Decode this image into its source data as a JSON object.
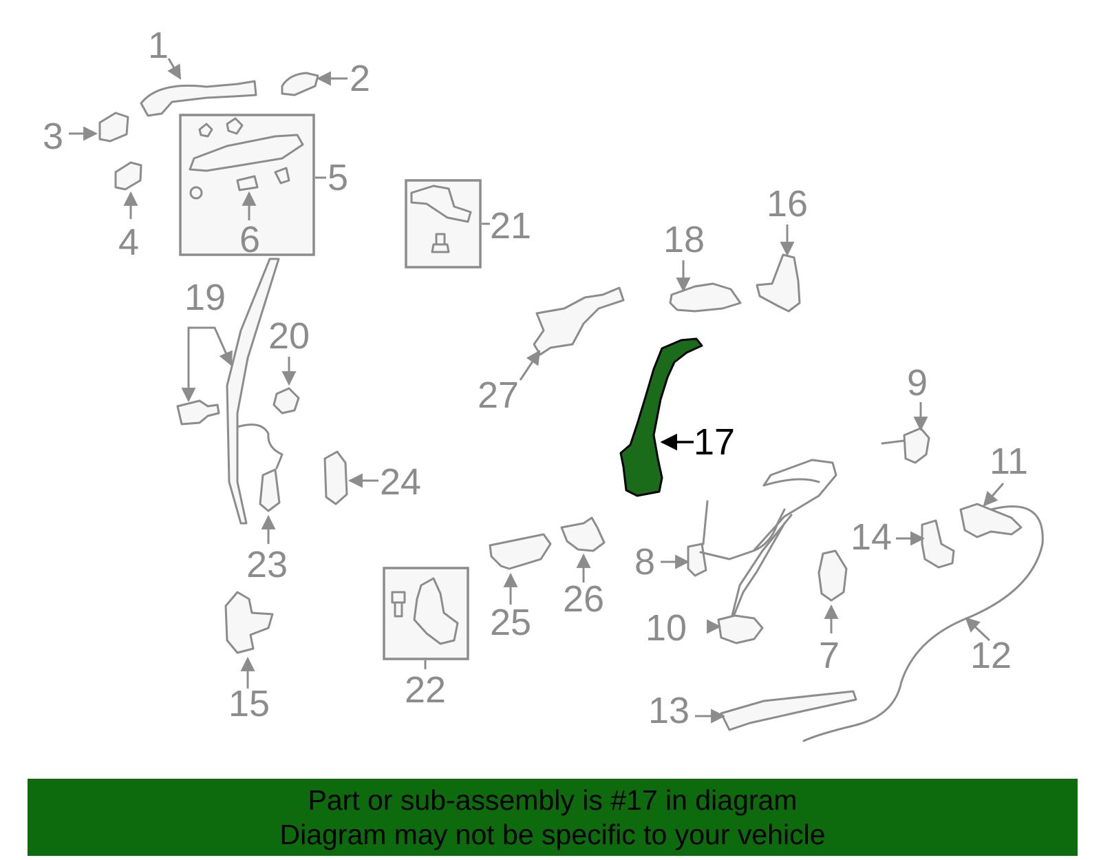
{
  "colors": {
    "line_gray": "#8c8c8c",
    "highlight_part": "#1a6b1a",
    "footer_background": "#0d6b0d",
    "footer_text": "#000000"
  },
  "diagram": {
    "highlighted_part": "17",
    "callouts": [
      "1",
      "2",
      "3",
      "4",
      "5",
      "6",
      "7",
      "8",
      "9",
      "10",
      "11",
      "12",
      "13",
      "14",
      "15",
      "16",
      "17",
      "18",
      "19",
      "20",
      "21",
      "22",
      "23",
      "24",
      "25",
      "26",
      "27"
    ]
  },
  "footer": {
    "line1": "Part or sub-assembly is #17 in diagram",
    "line2": "Diagram may not be specific to your vehicle"
  }
}
